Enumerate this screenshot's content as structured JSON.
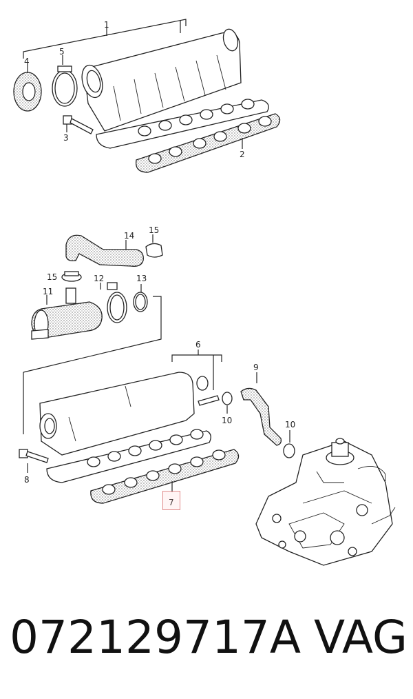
{
  "footer": {
    "part_number": "072129717A",
    "brand": "VAG"
  },
  "callouts": {
    "c1": "1",
    "c2": "2",
    "c3": "3",
    "c4": "4",
    "c5": "5",
    "c6": "6",
    "c7": "7",
    "c8": "8",
    "c9": "9",
    "c10a": "10",
    "c10b": "10",
    "c11": "11",
    "c12": "12",
    "c13": "13",
    "c14": "14",
    "c15a": "15",
    "c15b": "15"
  },
  "highlighted_callout": "7",
  "colors": {
    "line": "#222222",
    "highlight": "#e08a8a"
  }
}
